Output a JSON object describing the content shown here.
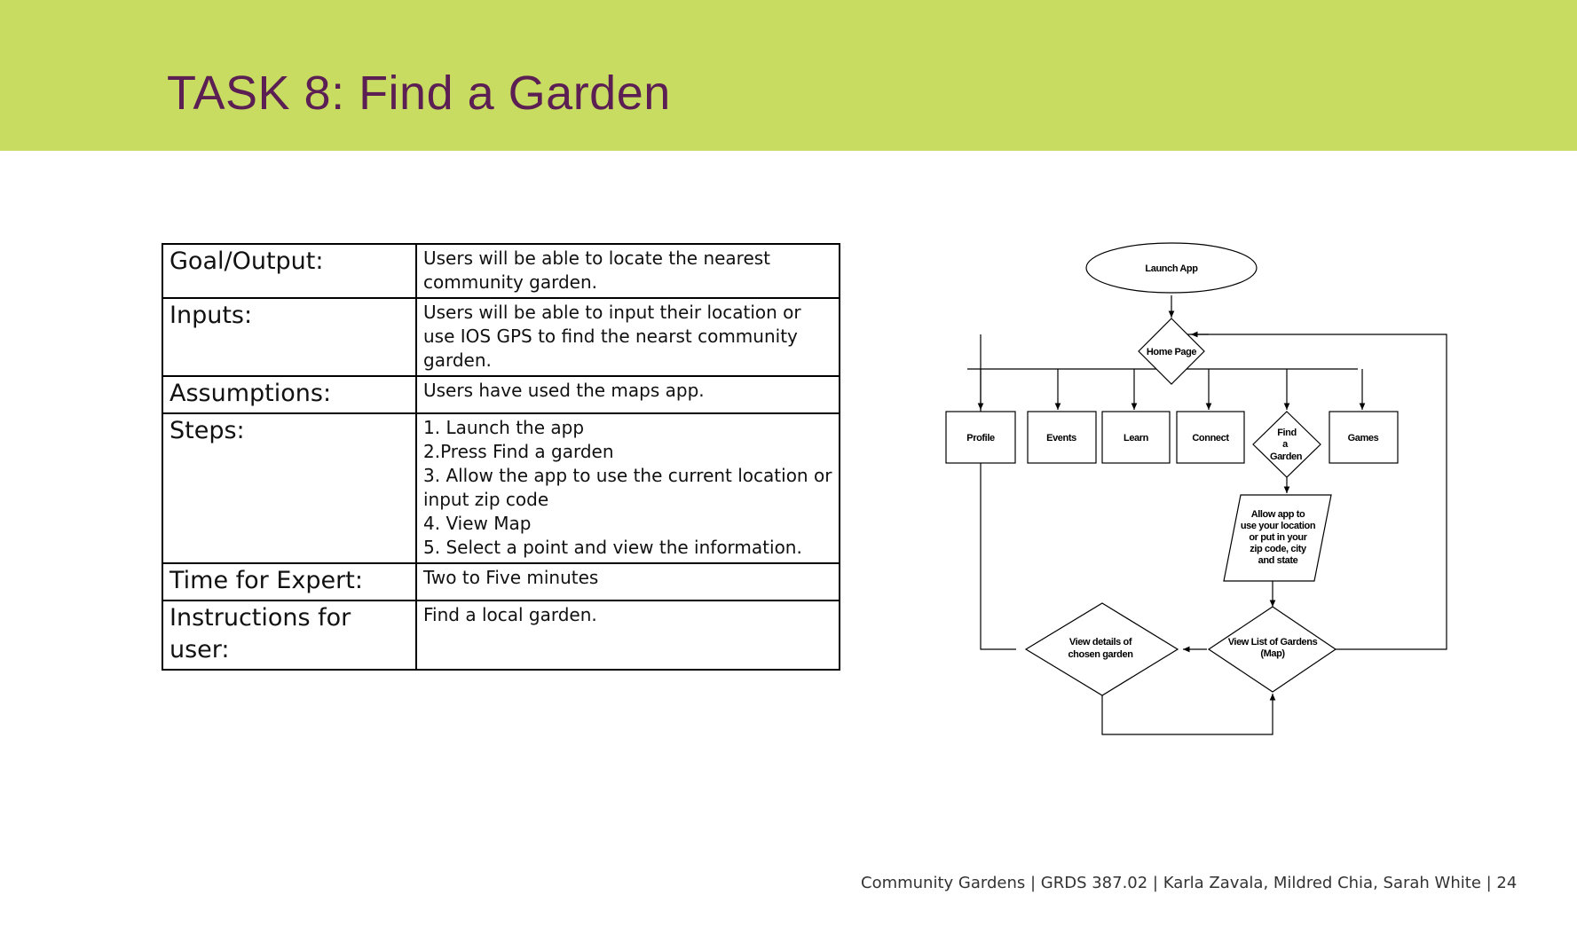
{
  "title": "TASK 8: Find a Garden",
  "table": {
    "rows": [
      {
        "label": "Goal/Output:",
        "value": "Users will be able to locate the nearest community garden."
      },
      {
        "label": "Inputs:",
        "value": "Users will be able to input their location or use IOS GPS to find the nearst community garden."
      },
      {
        "label": "Assumptions:",
        "value": "Users have used the maps app."
      },
      {
        "label": "Steps:",
        "steps": [
          "1. Launch the app",
          "2.Press Find a garden",
          "3. Allow the app to use the current location or input zip code",
          "4. View Map",
          "5. Select a point and view the information."
        ]
      },
      {
        "label": "Time for Expert:",
        "value": "Two to Five minutes"
      },
      {
        "label": "Instructions for user:",
        "value": "Find a local garden."
      }
    ]
  },
  "flowchart": {
    "launch": "Launch App",
    "home": "Home Page",
    "profile": "Profile",
    "events": "Events",
    "learn": "Learn",
    "connect": "Connect",
    "find": [
      "Find",
      "a",
      "Garden"
    ],
    "games": "Games",
    "allow": [
      "Allow app to",
      "use your location",
      "or put in your",
      "zip code, city",
      "and state"
    ],
    "view_list": [
      "View List of Gardens",
      "(Map)"
    ],
    "view_details": [
      "View details of",
      "chosen garden"
    ]
  },
  "footer": "Community Gardens | GRDS 387.02 | Karla Zavala, Mildred Chia, Sarah White  | 24"
}
